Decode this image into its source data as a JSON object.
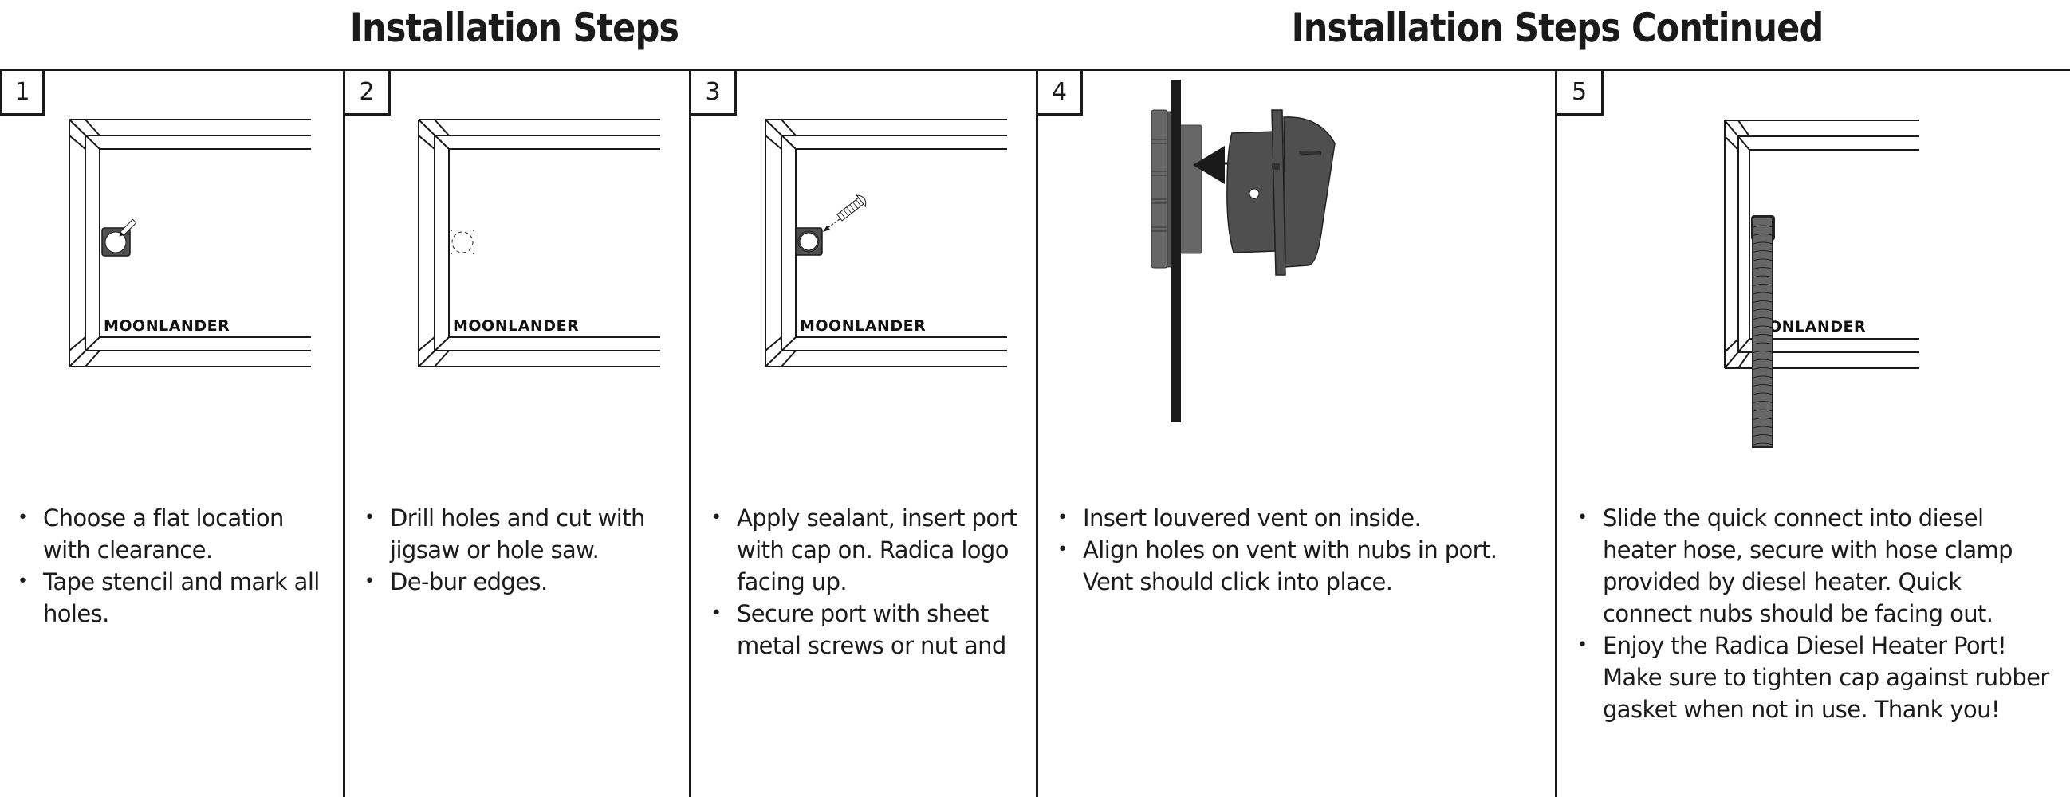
{
  "page": {
    "titles": {
      "left": "Installation Steps",
      "right": "Installation Steps Continued"
    },
    "brand_text": "MOONLANDER",
    "brand_text_partial": "ONLANDER",
    "colors": {
      "ink": "#1a1a1a",
      "part_dark": "#4f4f4f",
      "part_mid": "#666666",
      "background": "#ffffff"
    }
  },
  "steps": [
    {
      "number": "1",
      "illustration": "frame-with-port-stencil-and-pencil",
      "bullets": [
        "Choose a flat location with clearance.",
        "Tape stencil and mark all holes."
      ]
    },
    {
      "number": "2",
      "illustration": "frame-with-dashed-cutout",
      "bullets": [
        "Drill holes and cut with jigsaw or hole saw.",
        "De-bur edges."
      ]
    },
    {
      "number": "3",
      "illustration": "frame-with-port-and-screw",
      "bullets": [
        "Apply sealant, insert port with cap on. Radica logo facing up.",
        "Secure port with sheet metal screws or nut and"
      ]
    },
    {
      "number": "4",
      "illustration": "louvered-vent-inserting-into-port",
      "bullets": [
        "Insert louvered vent on inside.",
        "Align holes on vent with nubs in port. Vent should click into place."
      ]
    },
    {
      "number": "5",
      "illustration": "frame-with-hose-attached",
      "bullets": [
        "Slide the quick connect into diesel heater hose, secure with hose clamp provided by diesel heater. Quick connect nubs should be facing out.",
        "Enjoy the Radica Diesel Heater Port! Make sure to tighten cap against rubber gasket when not in use. Thank you!"
      ]
    }
  ]
}
